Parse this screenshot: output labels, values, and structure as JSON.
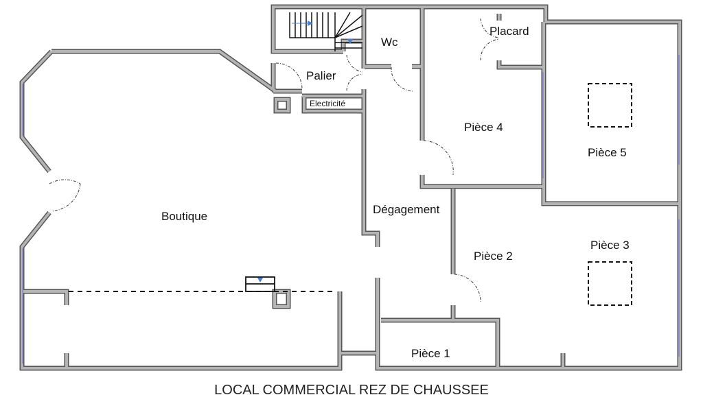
{
  "title": "LOCAL COMMERCIAL REZ DE CHAUSSEE",
  "rooms": {
    "boutique": "Boutique",
    "palier": "Palier",
    "wc": "Wc",
    "placard": "Placard",
    "electricite": "Electricité",
    "piece4": "Pièce 4",
    "piece5": "Pièce 5",
    "degagement": "Dégagement",
    "piece2": "Pièce 2",
    "piece3": "Pièce 3",
    "piece1": "Pièce 1"
  },
  "colors": {
    "wall": "#b4b4b4",
    "wall_outline": "#555555",
    "arrow": "#4a7fd0",
    "window": "#8a8ad0"
  }
}
